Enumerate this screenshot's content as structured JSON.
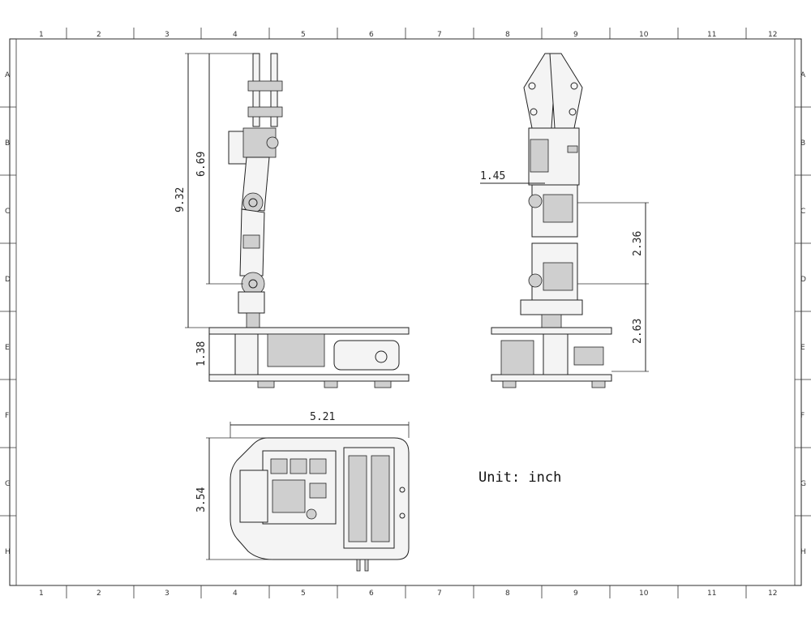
{
  "drawing": {
    "col_labels": [
      "1",
      "2",
      "3",
      "4",
      "5",
      "6",
      "7",
      "8",
      "9",
      "10",
      "11",
      "12"
    ],
    "row_labels": [
      "A",
      "B",
      "C",
      "D",
      "E",
      "F",
      "G",
      "H"
    ],
    "unit_note": "Unit: inch"
  },
  "dimensions": {
    "side_total_height": "9.32",
    "side_arm_height": "6.69",
    "side_base_height": "1.38",
    "front_top_offset": "1.45",
    "front_mid_height": "2.36",
    "front_base_height": "2.63",
    "top_width": "5.21",
    "top_depth": "3.54"
  }
}
